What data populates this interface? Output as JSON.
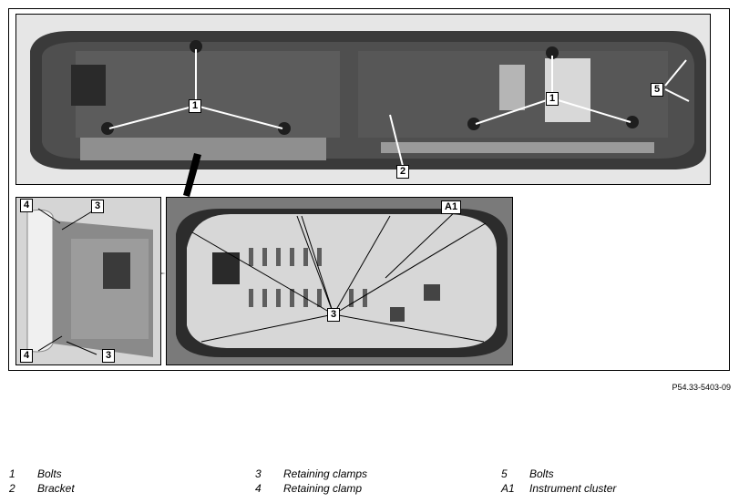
{
  "callouts": {
    "top": [
      "1",
      "1",
      "2",
      "5"
    ],
    "left": [
      "4",
      "3",
      "4",
      "3"
    ],
    "right": [
      "A1",
      "3"
    ]
  },
  "reference_code": "P54.33-5403-09",
  "legend": [
    {
      "num": "1",
      "label": "Bolts"
    },
    {
      "num": "2",
      "label": "Bracket"
    },
    {
      "num": "3",
      "label": "Retaining clamps"
    },
    {
      "num": "4",
      "label": "Retaining clamp"
    },
    {
      "num": "5",
      "label": "Bolts"
    },
    {
      "num": "A1",
      "label": "Instrument cluster"
    }
  ]
}
